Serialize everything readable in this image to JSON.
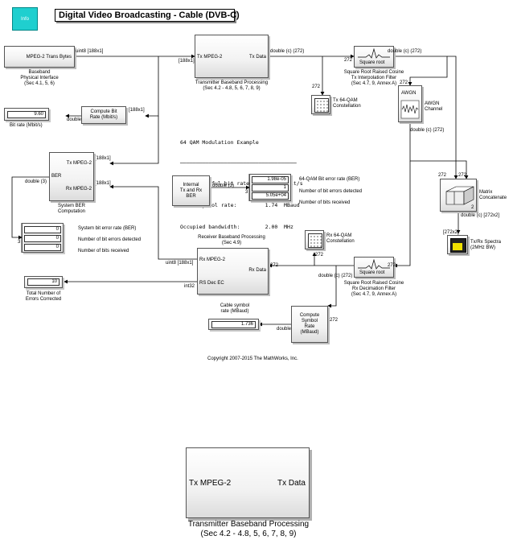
{
  "title": "Digital Video Broadcasting - Cable (DVB-C)",
  "info_button": "Info",
  "copyright": "Copyright 2007-2015 The MathWorks, Inc.",
  "blocks": {
    "baseband_if": {
      "label": "MPEG-2 Trans Bytes",
      "caption": [
        "Baseband",
        "Physical Interface",
        "(Sec 4.1, 5, 6)"
      ]
    },
    "tx_proc": {
      "port_in": "Tx MPEG-2",
      "port_out": "Tx Data",
      "caption": [
        "Transmitter Baseband Processing",
        "(Sec 4.2 - 4.8, 5, 6, 7, 8, 9)"
      ]
    },
    "tx_filter": {
      "inner": "Square root",
      "caption": [
        "Square Root Raised Cosine",
        "Tx Interpolation Filter",
        "(Sec 4.7, 9, Annex A)"
      ]
    },
    "tx_const": {
      "caption": [
        "Tx 64-QAM",
        "Constellation"
      ]
    },
    "awgn": {
      "inner": "AWGN",
      "caption": [
        "AWGN",
        "Channel"
      ]
    },
    "matrix": {
      "caption": [
        "Matrix",
        "Concatenate"
      ],
      "port_num": "2"
    },
    "spectra": {
      "caption": [
        "Tx/Rx Spectra",
        "(2MHz BW)"
      ]
    },
    "compute_bitrate": {
      "label": [
        "Compute Bit",
        "Rate (Mbit/s)"
      ]
    },
    "bitrate_display": {
      "value": "9.60",
      "caption": "Bit rate (Mbit/s)"
    },
    "ber_comp": {
      "port_tx": "Tx MPEG-2",
      "port_rx": "Rx MPEG-2",
      "port_ber": "BER",
      "caption": [
        "System BER",
        "Computation"
      ]
    },
    "internal_ber": {
      "label": [
        "Internal",
        "Tx and Rx",
        "BER"
      ]
    },
    "qam_display": {
      "values": [
        "1.98e-05",
        "1",
        "5.05e+04"
      ],
      "captions": [
        "64-QAM Bit error rate (BER)",
        "Number of bit errors detected",
        "Number of bits received"
      ]
    },
    "sys_display": {
      "values": [
        "0",
        "0",
        "0"
      ],
      "captions": [
        "System bit error rate (BER)",
        "Number of bit errors detected",
        "Number of bits received"
      ]
    },
    "rx_const": {
      "caption": [
        "Rx 64-QAM",
        "Constellation"
      ]
    },
    "rx_proc": {
      "port_in": "Rx MPEG-2",
      "port_dec": "RS Dec EC",
      "port_data": "Rx Data",
      "caption": [
        "Receiver Baseband Processing",
        "(Sec 4.9)"
      ]
    },
    "rx_filter": {
      "inner": "Square root",
      "caption": [
        "Square Root Raised Cosine",
        "Rx Decimation Filter",
        "(Sec 4.7, 9, Annex A)"
      ]
    },
    "errors_display": {
      "value": "10",
      "caption": [
        "Total Number of",
        "Errors Corrected"
      ]
    },
    "symrate_display": {
      "value": "1.736",
      "caption": [
        "Cable symbol",
        "rate (MBaud)"
      ]
    },
    "compute_symrate": {
      "label": [
        "Compute",
        "Symbol",
        "Rate",
        "(MBaud)"
      ]
    },
    "zoom": {
      "port_in": "Tx MPEG-2",
      "port_out": "Tx Data",
      "caption": [
        "Transmitter Baseband Processing",
        "(Sec 4.2 - 4.8, 5, 6, 7, 8, 9)"
      ]
    }
  },
  "example_text": {
    "heading": "64 QAM Modulation Example",
    "rule": "─────────────────────────────────────",
    "lines": [
      "MPEG-2 useful bit rate Ru: 9.6   Mbit/s",
      "Cable symbol rate:         1.74  MBaud",
      "Occupied bandwidth:        2.00  MHz"
    ]
  },
  "signals": {
    "uint8_188": "uint8 [188x1]",
    "s188": "[188x1]",
    "double_c_272": "double (c) (272)",
    "n272": "272",
    "double": "double",
    "double3": "double (3)",
    "n3": "3",
    "double_c_272x2": "double (c) [272x2]",
    "s272x2": "[272x2]",
    "int32": "int32"
  }
}
